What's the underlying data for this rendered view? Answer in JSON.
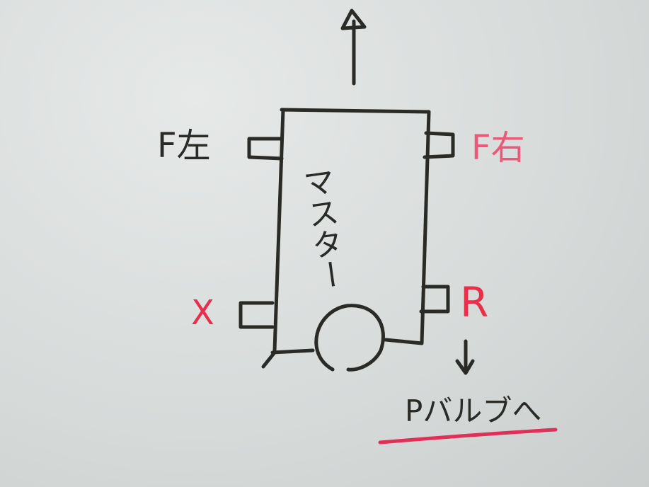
{
  "labels": {
    "front_left": "F左",
    "front_right": "F右",
    "master": "マスター",
    "rear_left": "X",
    "rear_right": "R",
    "destination": "Pバルブへ"
  },
  "colors": {
    "ink_black": "#2a2a26",
    "ink_red": "#e8304a",
    "ink_pink": "#e85a78",
    "board": "#d9dcdb"
  }
}
